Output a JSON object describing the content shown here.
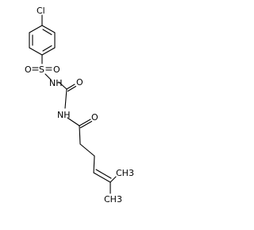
{
  "molecule": {
    "atoms": {
      "cl": "Cl",
      "s": "S",
      "o_sulfonyl_left": "O",
      "o_sulfonyl_right": "O",
      "nh_sulfonyl": "NH",
      "o_urea": "O",
      "nh_amide": "NH",
      "o_amide": "O",
      "ch3_upper": "CH3",
      "ch3_lower": "CH3"
    }
  }
}
